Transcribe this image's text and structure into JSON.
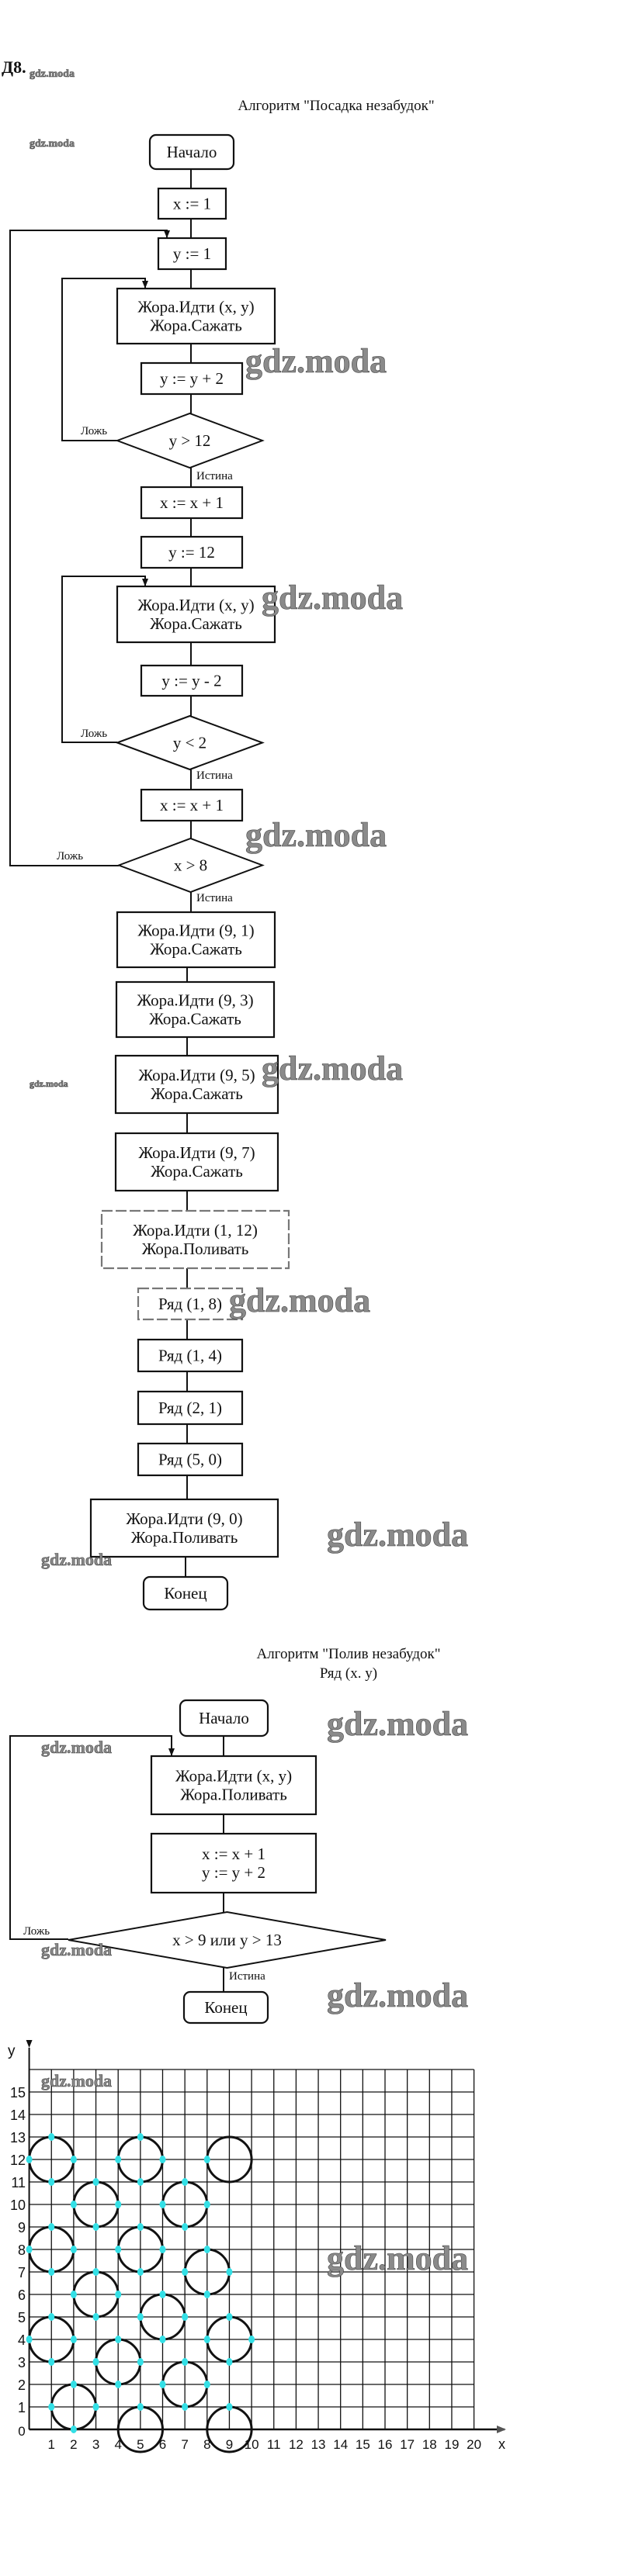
{
  "task_label": "Д8.",
  "watermark": "gdz.moda",
  "planting": {
    "title": "Алгоритм \"Посадка незабудок\"",
    "nodes": [
      [
        "Начало"
      ],
      [
        "x := 1"
      ],
      [
        "y := 1"
      ],
      [
        "Жора.Идти (x, y)",
        "Жора.Сажать"
      ],
      [
        "y := y + 2"
      ],
      [
        "y > 12"
      ],
      [
        "x := x + 1"
      ],
      [
        "y := 12"
      ],
      [
        "Жора.Идти (x, y)",
        "Жора.Сажать"
      ],
      [
        "y := y - 2"
      ],
      [
        "y < 2"
      ],
      [
        "x := x + 1"
      ],
      [
        "x > 8"
      ],
      [
        "Жора.Идти (9, 1)",
        "Жора.Сажать"
      ],
      [
        "Жора.Идти (9, 3)",
        "Жора.Сажать"
      ],
      [
        "Жора.Идти (9, 5)",
        "Жора.Сажать"
      ],
      [
        "Жора.Идти (9, 7)",
        "Жора.Сажать"
      ],
      [
        "Жора.Идти (1, 12)",
        "Жора.Поливать"
      ],
      [
        "Ряд (1, 8)"
      ],
      [
        "Ряд (1, 4)"
      ],
      [
        "Ряд (2, 1)"
      ],
      [
        "Ряд (5, 0)"
      ],
      [
        "Жора.Идти (9, 0)",
        "Жора.Поливать"
      ],
      [
        "Конец"
      ]
    ],
    "false_label": "Ложь",
    "true_label": "Истина"
  },
  "watering": {
    "title": "Алгоритм \"Полив незабудок\"",
    "subtitle": "Ряд (x. y)",
    "nodes": [
      [
        "Начало"
      ],
      [
        "Жора.Идти (x, y)",
        "Жора.Поливать"
      ],
      [
        "x := x + 1",
        "y := y + 2"
      ],
      [
        "x > 9 или y > 13"
      ],
      [
        "Конец"
      ]
    ],
    "false_label": "Ложь",
    "true_label": "Истина"
  },
  "chart_data": {
    "type": "scatter",
    "xlabel": "x",
    "ylabel": "y",
    "xlim": [
      0,
      20
    ],
    "ylim": [
      0,
      16
    ],
    "x_ticks": [
      0,
      1,
      2,
      3,
      4,
      5,
      6,
      7,
      8,
      9,
      10,
      11,
      12,
      13,
      14,
      15,
      16,
      17,
      18,
      19,
      20
    ],
    "y_ticks": [
      1,
      2,
      3,
      4,
      5,
      6,
      7,
      8,
      9,
      10,
      11,
      12,
      13,
      14,
      15
    ],
    "grid": true,
    "circle_radius": 1,
    "circles": [
      [
        1,
        12
      ],
      [
        5,
        12
      ],
      [
        9,
        12
      ],
      [
        3,
        10
      ],
      [
        7,
        10
      ],
      [
        1,
        8
      ],
      [
        5,
        8
      ],
      [
        8,
        7
      ],
      [
        3,
        6
      ],
      [
        6,
        5
      ],
      [
        1,
        4
      ],
      [
        9,
        4
      ],
      [
        4,
        3
      ],
      [
        7,
        2
      ],
      [
        2,
        1
      ],
      [
        5,
        0
      ],
      [
        9,
        0
      ]
    ],
    "circle_color": "#111111",
    "watered_point_color": "#33e0e6"
  }
}
